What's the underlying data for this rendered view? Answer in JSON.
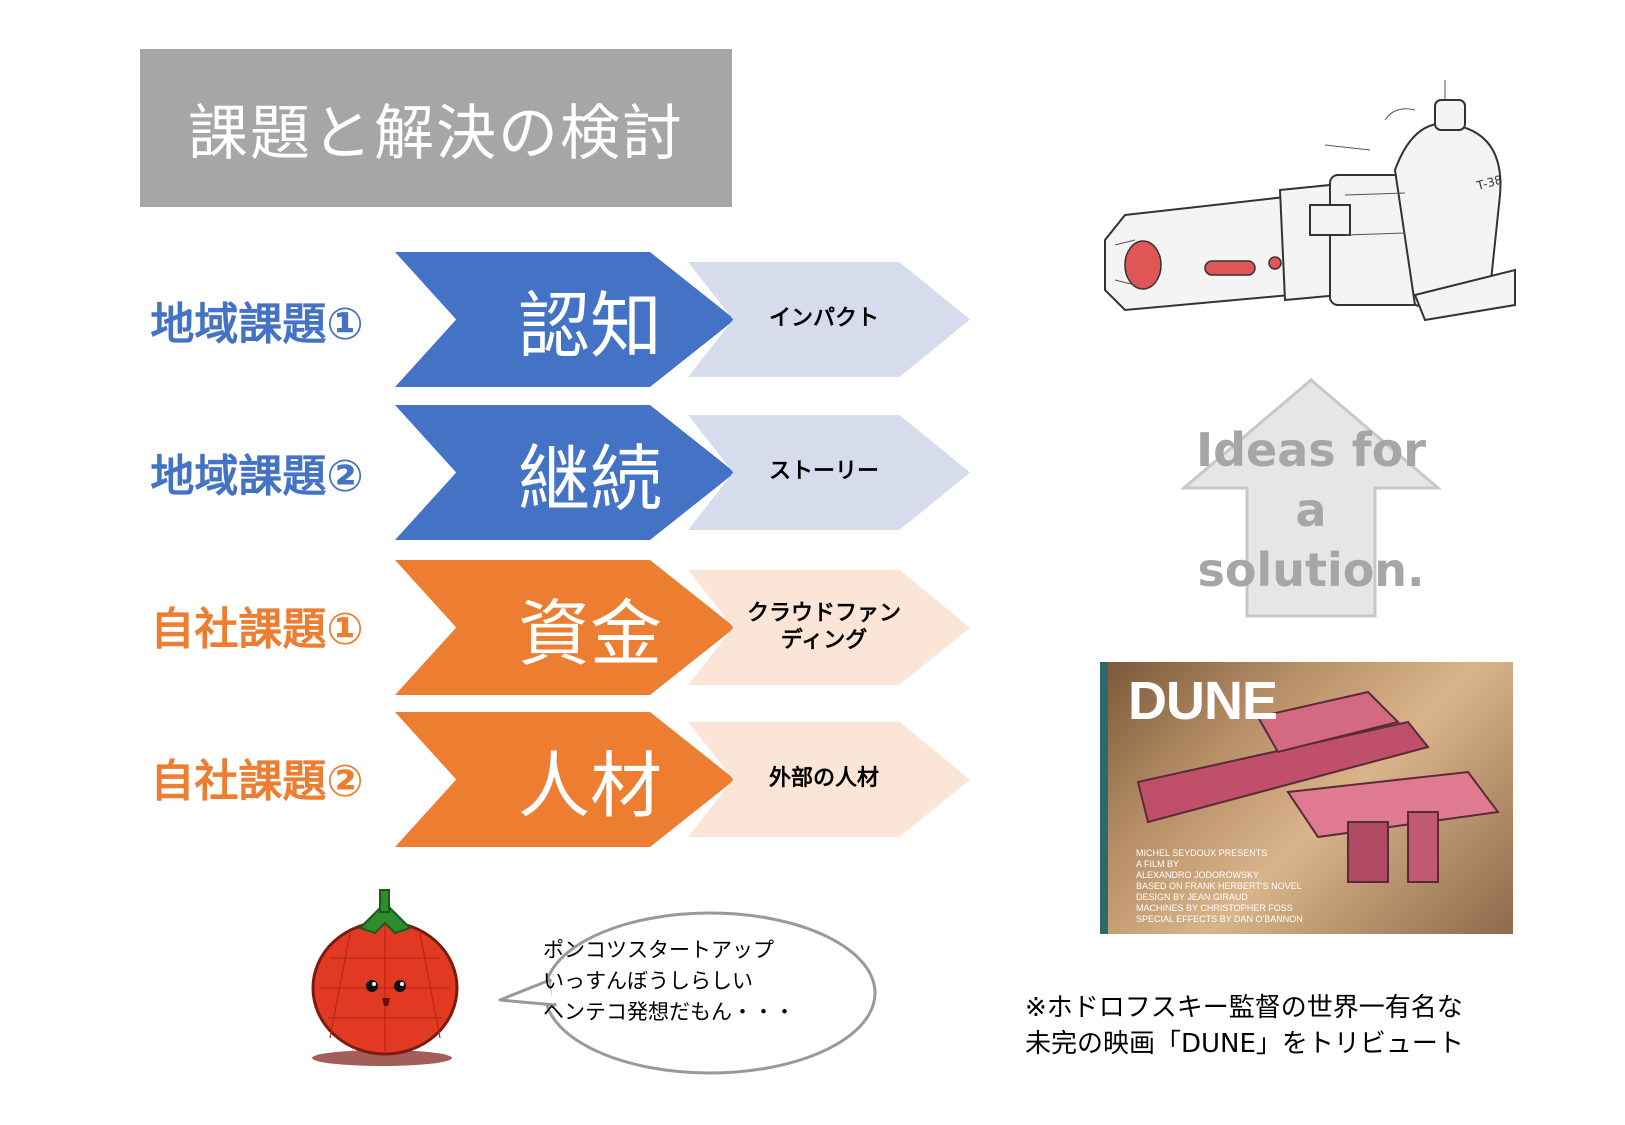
{
  "title": "課題と解決の検討",
  "rows": [
    {
      "label": "地域課題①",
      "main": "認知",
      "sub": "インパクト"
    },
    {
      "label": "地域課題②",
      "main": "継続",
      "sub": "ストーリー"
    },
    {
      "label": "自社課題①",
      "main": "資金",
      "sub": "クラウドファン\nディング"
    },
    {
      "label": "自社課題②",
      "main": "人材",
      "sub": "外部の人材"
    }
  ],
  "colors": {
    "blue": "#4472c4",
    "blue_light": "#d6dcec",
    "orange": "#ed7d31",
    "orange_light": "#fbe5d6",
    "gray": "#a6a6a6"
  },
  "ideas_arrow": {
    "lines": [
      "Ideas for",
      "a",
      "solution."
    ]
  },
  "sketch": {
    "label": "T-38"
  },
  "poster": {
    "title": "DUNE",
    "credits": [
      "MICHEL SEYDOUX PRESENTS",
      "A FILM BY",
      "ALEXANDRO JODOROWSKY",
      "BASED ON FRANK HERBERT'S NOVEL",
      "DESIGN BY JEAN GIRAUD",
      "MACHINES BY CHRISTOPHER FOSS",
      "SPECIAL EFFECTS BY DAN O'BANNON"
    ]
  },
  "speech_bubble": {
    "lines": [
      "ポンコツスタートアップ",
      "いっすんぼうしらしい",
      "ヘンテコ発想だもん・・・"
    ]
  },
  "caption": {
    "lines": [
      "※ホドロフスキー監督の世界一有名な",
      "未完の映画「DUNE」をトリビュート"
    ]
  }
}
